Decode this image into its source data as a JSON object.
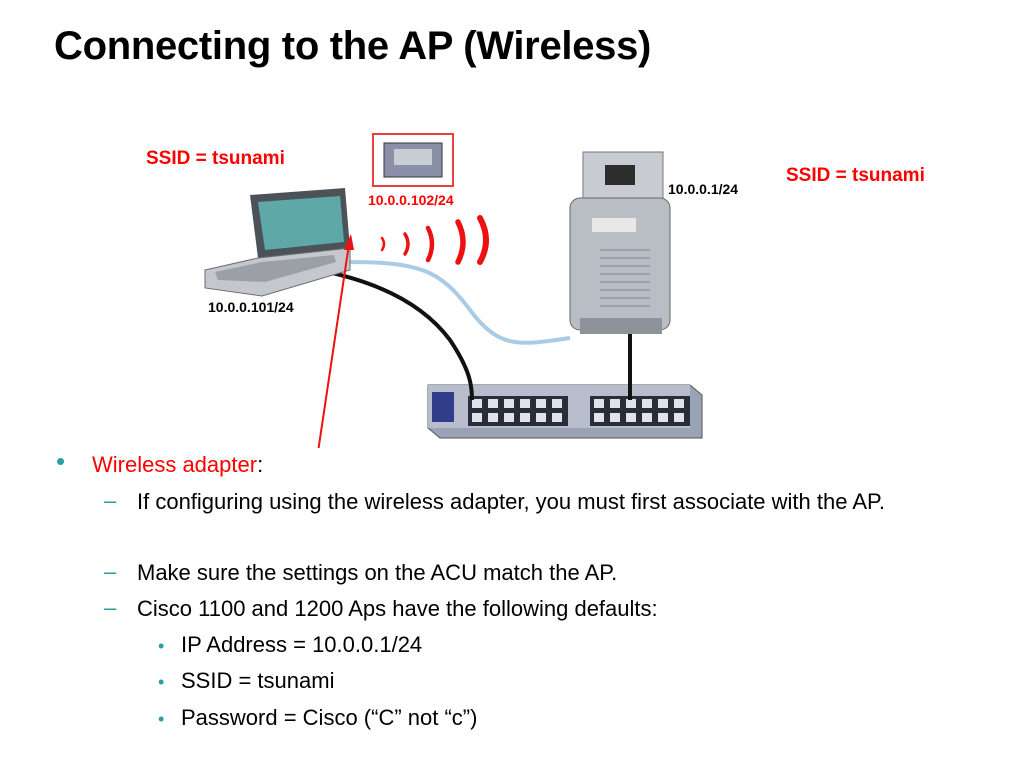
{
  "title": "Connecting to the AP (Wireless)",
  "diagram": {
    "ssid_left": "SSID = tsunami",
    "ssid_right": "SSID = tsunami",
    "adapter_ip": "10.0.0.102/24",
    "ap_ip": "10.0.0.1/24",
    "laptop_ip": "10.0.0.101/24"
  },
  "bullet": {
    "label": "Wireless adapter",
    "colon": ":",
    "items": [
      "If configuring using the wireless adapter, you must first associate with the AP.",
      "Make sure the settings on the ACU match the AP.",
      "Cisco 1100 and 1200 Aps have the following defaults:"
    ],
    "defaults": [
      "IP Address = 10.0.0.1/24",
      "SSID = tsunami",
      "Password = Cisco (“C” not “c”)"
    ]
  },
  "colors": {
    "accent": "#2b9ea0",
    "highlight": "#ff0000"
  }
}
